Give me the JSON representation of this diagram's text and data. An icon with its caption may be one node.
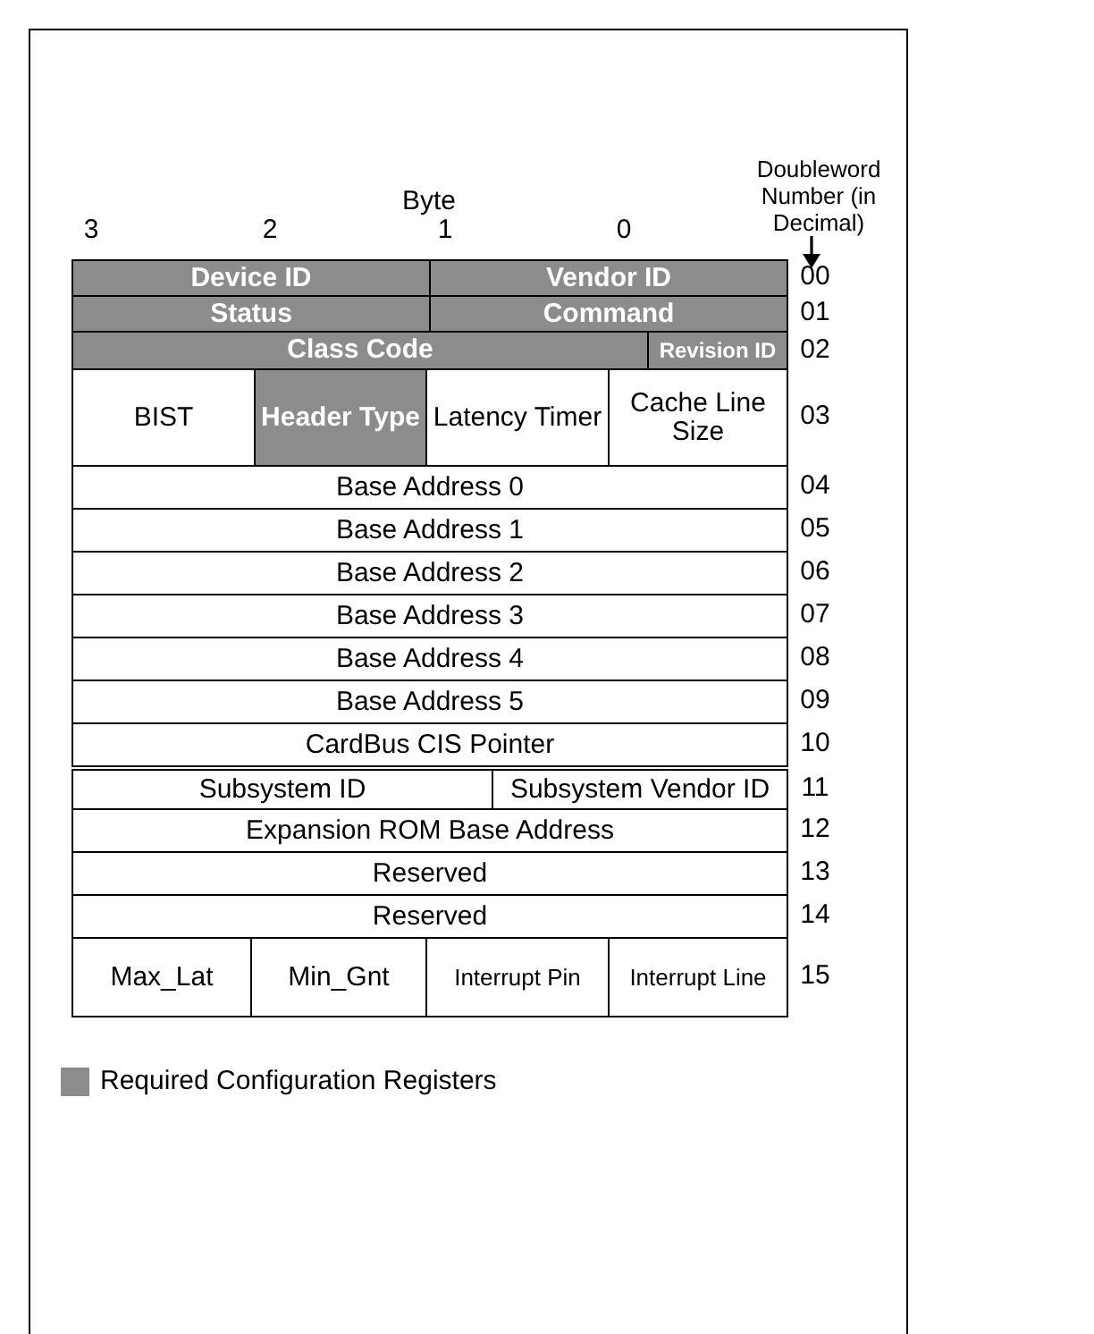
{
  "diagram": {
    "nodes": [
      {
        "text": [
          "Device ID"
        ]
      },
      {
        "text": [
          "Vendor ID"
        ]
      },
      {
        "text": [
          "Status"
        ]
      },
      {
        "text": [
          "Command"
        ]
      },
      {
        "text": [
          "Class Code"
        ]
      },
      {
        "text": [
          "Revision ID"
        ]
      },
      {
        "text": [
          "BIST"
        ]
      },
      {
        "text": [
          "Header Type"
        ]
      },
      {
        "text": [
          "Latency Timer"
        ]
      },
      {
        "text": [
          "Cache Line Size"
        ]
      },
      {
        "text": [
          "Base Address 0"
        ]
      },
      {
        "text": [
          "Base Address 1"
        ]
      },
      {
        "text": [
          "Base Address 2"
        ]
      },
      {
        "text": [
          "Base Address 3"
        ]
      },
      {
        "text": [
          "Base Address 4"
        ]
      },
      {
        "text": [
          "Base Address 5"
        ]
      },
      {
        "text": [
          "CardBus CIS Pointer"
        ]
      },
      {
        "text": [
          "Subsystem ID"
        ]
      },
      {
        "text": [
          "Subsystem Vendor ID"
        ]
      },
      {
        "text": [
          "Expansion ROM Base Address"
        ]
      },
      {
        "text": [
          "Reserved"
        ]
      },
      {
        "text": [
          "Reserved"
        ]
      },
      {
        "text": [
          "Max_Lat"
        ]
      },
      {
        "text": [
          "Min_Gnt"
        ]
      },
      {
        "text": [
          "Interrupt Pin"
        ]
      },
      {
        "text": [
          "Interrupt Line"
        ]
      }
    ],
    "labels": [
      "Doubleword Number (in Decimal)",
      "Byte",
      "3",
      "2",
      "1",
      "0",
      "00",
      "01",
      "02",
      "03",
      "04",
      "05",
      "06",
      "07",
      "08",
      "09",
      "10",
      "11",
      "12",
      "13",
      "14",
      "15"
    ],
    "legend": [
      {
        "text": "Required Configuration Registers",
        "color": "#8c8c8c"
      }
    ]
  }
}
